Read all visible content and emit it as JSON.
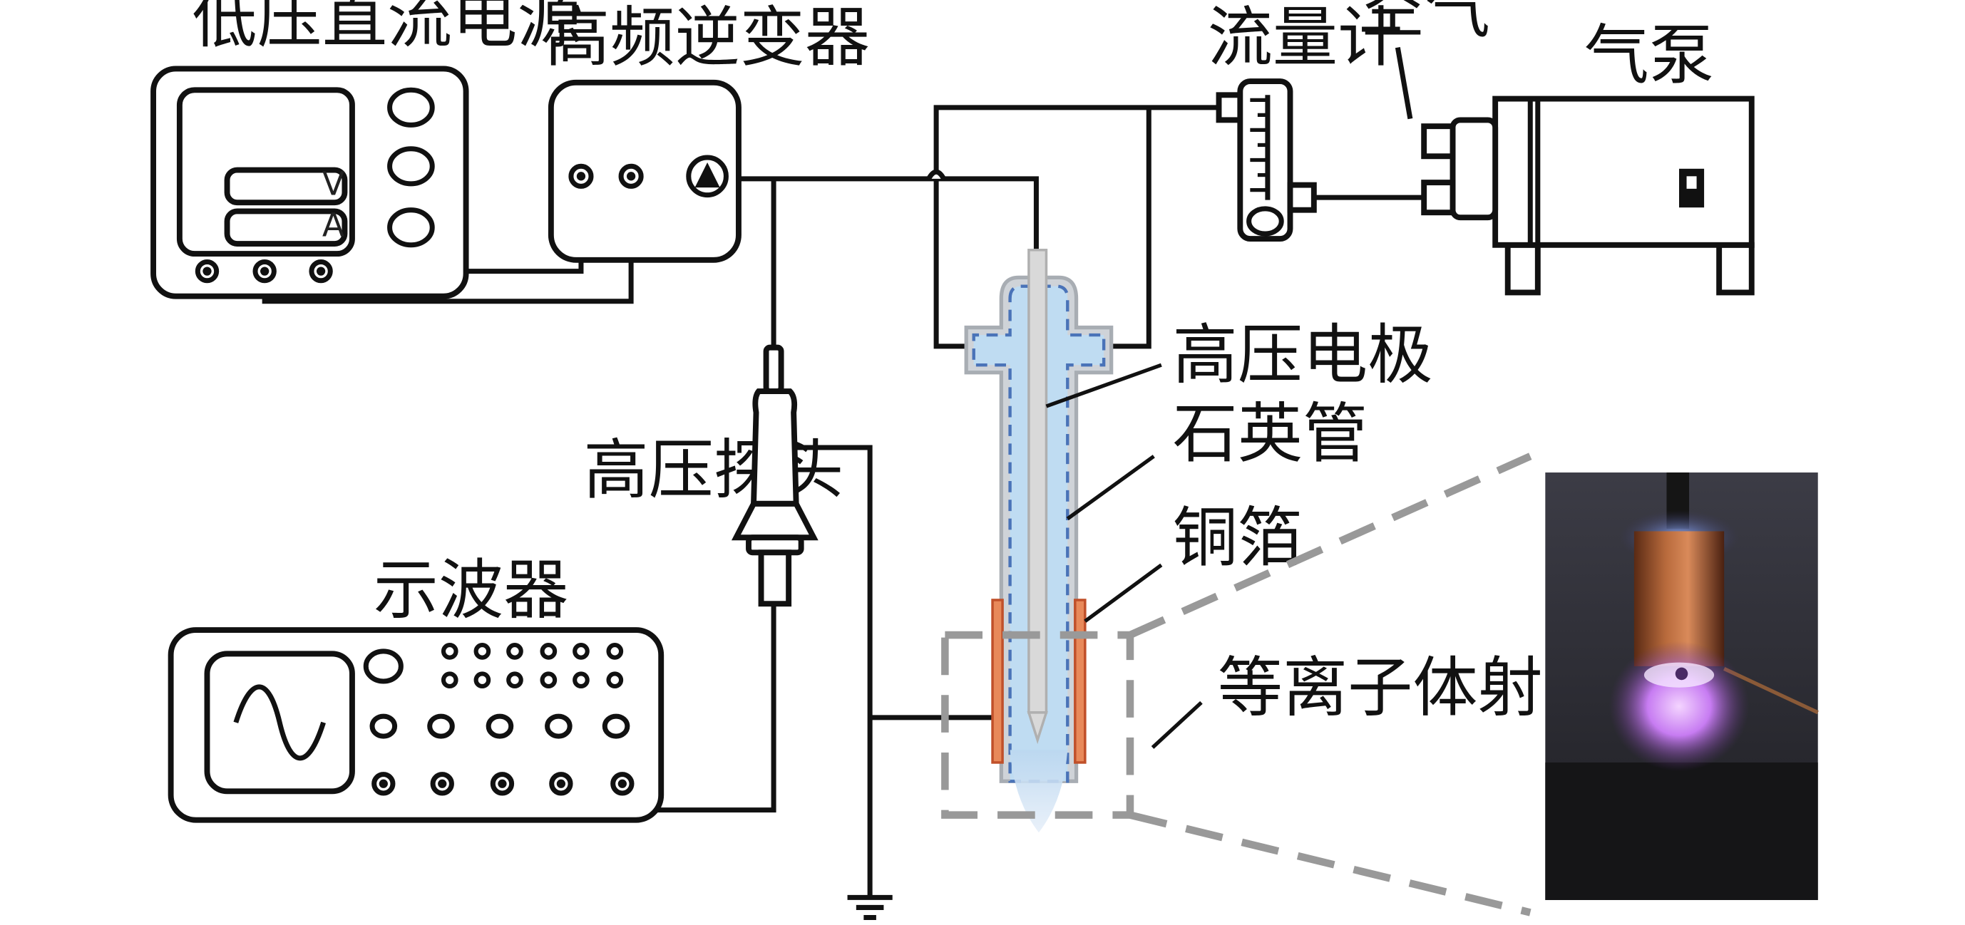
{
  "labels": {
    "dc_supply": "低压直流电源",
    "inverter": "高频逆变器",
    "flowmeter": "流量计",
    "air": "空气",
    "pump": "气泵",
    "hv_electrode": "高压电极",
    "quartz_tube": "石英管",
    "copper_foil": "铜箔",
    "hv_probe": "高压探头",
    "oscilloscope": "示波器",
    "plasma_jet": "等离子体射流"
  },
  "meters": {
    "volt": "V",
    "amp": "A"
  },
  "colors": {
    "line": "#111111",
    "gas": "#bfdcf2",
    "quartz": "#cfd3d8",
    "copper": "#e8895a",
    "electrode": "#d9d9d9",
    "dashed_box": "#999999",
    "plasma": "#c77cf2"
  }
}
